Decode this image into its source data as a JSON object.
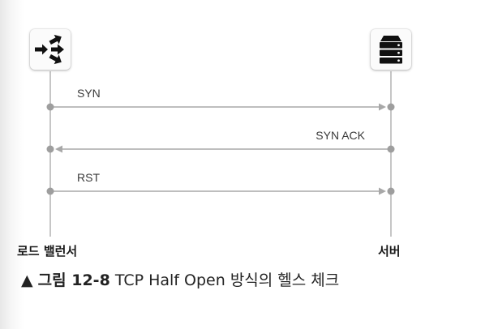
{
  "diagram": {
    "nodes": {
      "left": {
        "label": "로드 밸런서",
        "icon": "load-balancer-icon"
      },
      "right": {
        "label": "서버",
        "icon": "server-icon"
      }
    },
    "messages": [
      {
        "label": "SYN",
        "direction": "left-to-right"
      },
      {
        "label": "SYN ACK",
        "direction": "right-to-left"
      },
      {
        "label": "RST",
        "direction": "left-to-right"
      }
    ],
    "colors": {
      "line": "#a8a8a8",
      "dot": "#9e9e9e",
      "icon": "#111111"
    }
  },
  "caption": {
    "marker": "▲",
    "figure": "그림 12-8",
    "text": "TCP Half Open 방식의 헬스 체크"
  }
}
